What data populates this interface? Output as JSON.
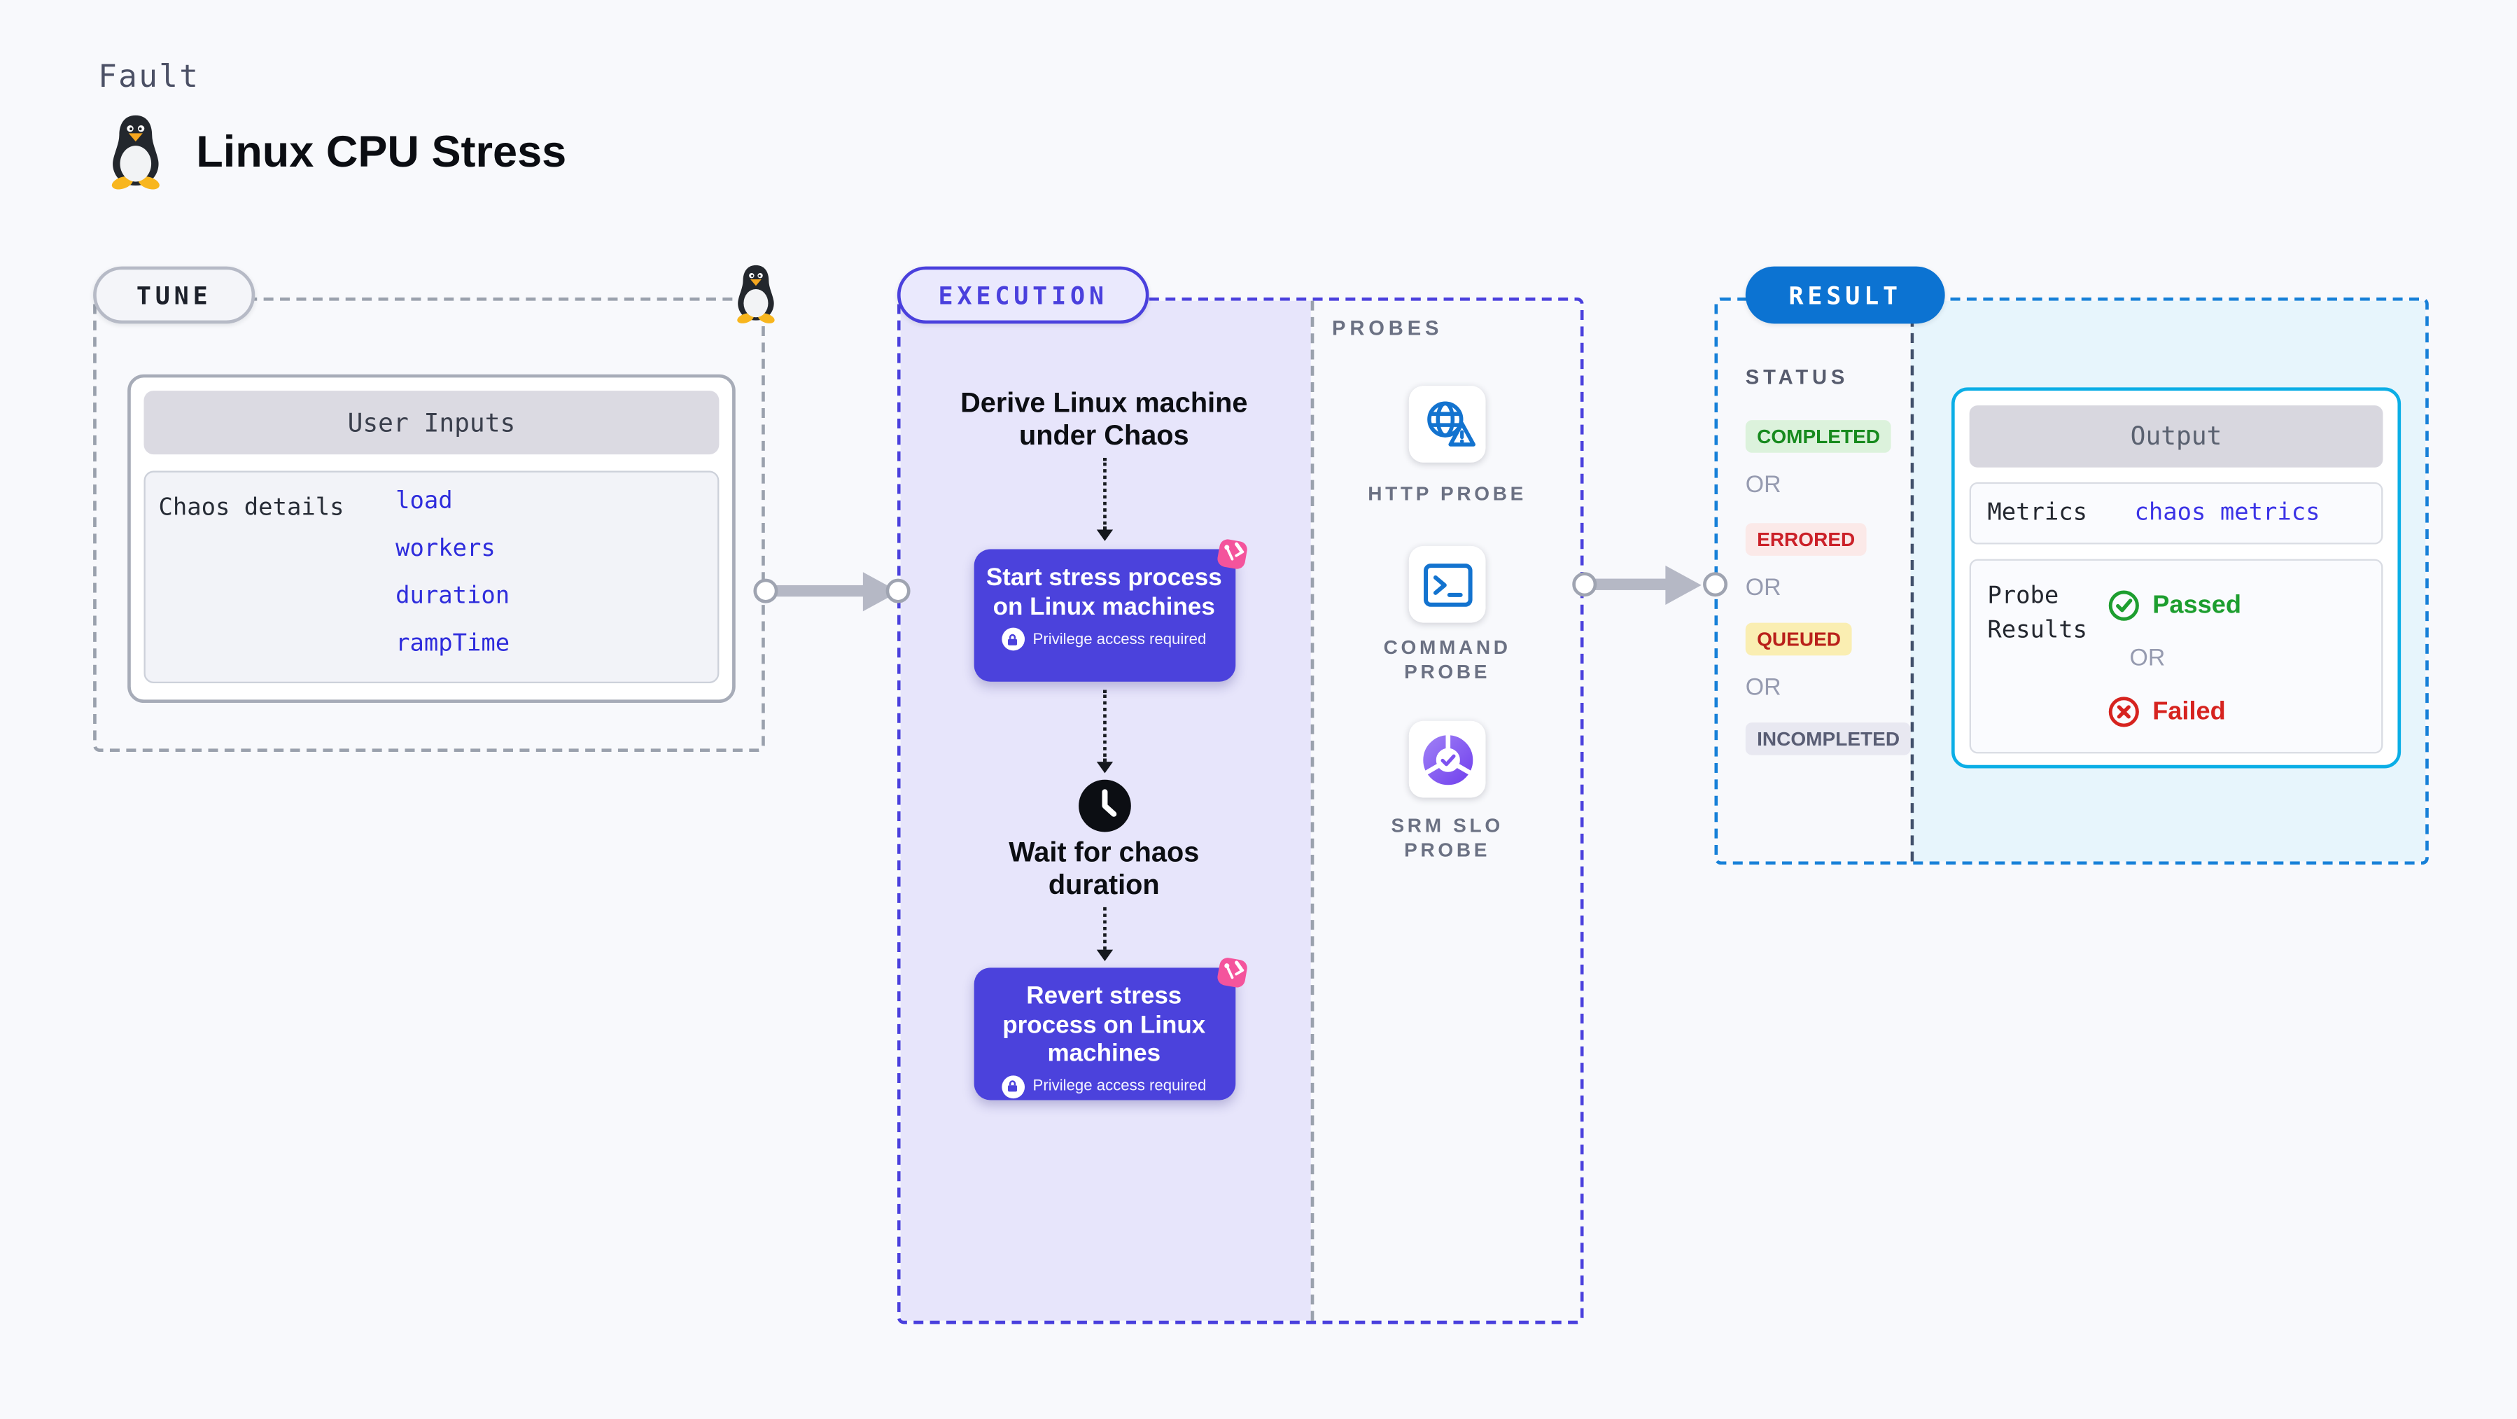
{
  "header": {
    "kicker": "Fault",
    "title": "Linux CPU Stress"
  },
  "tune": {
    "badge": "TUNE",
    "card_title": "User Inputs",
    "row_label": "Chaos details",
    "inputs": [
      "load",
      "workers",
      "duration",
      "rampTime"
    ]
  },
  "execution": {
    "badge": "EXECUTION",
    "derive_lines": [
      "Derive Linux machine",
      "under Chaos"
    ],
    "wait_lines": [
      "Wait for chaos",
      "duration"
    ],
    "steps": [
      {
        "label": "Start stress process on Linux machines",
        "note": "Privilege access required"
      },
      {
        "label": "Revert stress process on Linux machines",
        "note": "Privilege access required"
      }
    ],
    "probes_label": "PROBES",
    "probes": [
      {
        "name": "HTTP PROBE"
      },
      {
        "name": "COMMAND PROBE"
      },
      {
        "name": "SRM SLO PROBE"
      }
    ]
  },
  "result": {
    "badge": "RESULT",
    "status_label": "STATUS",
    "or_label": "OR",
    "statuses": [
      {
        "label": "COMPLETED",
        "type": "success"
      },
      {
        "label": "ERRORED",
        "type": "error"
      },
      {
        "label": "QUEUED",
        "type": "warning"
      },
      {
        "label": "INCOMPLETED",
        "type": "muted"
      }
    ],
    "output": {
      "title": "Output",
      "metrics_label": "Metrics",
      "metrics_value": "chaos metrics",
      "probe_results_label": "Probe Results",
      "passed_label": "Passed",
      "failed_label": "Failed"
    }
  },
  "colors": {
    "accent_indigo": "#4b42dc",
    "accent_blue": "#0c73d2",
    "accent_cyan": "#0baee6",
    "chaos_pink": "#f4549c",
    "success_green": "#1d9e2f",
    "error_red": "#d6231f"
  }
}
